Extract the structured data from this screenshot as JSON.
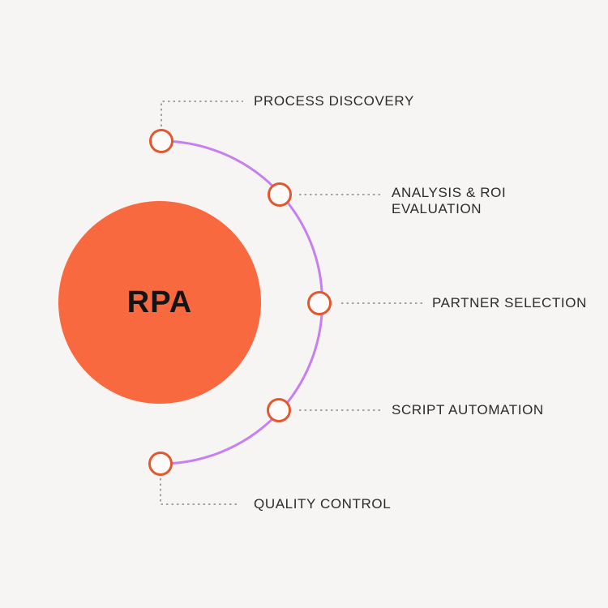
{
  "diagram": {
    "center_label": "RPA",
    "items": [
      {
        "id": "process-discovery",
        "label": "PROCESS DISCOVERY"
      },
      {
        "id": "analysis-roi",
        "label": "ANALYSIS & ROI EVALUATION"
      },
      {
        "id": "partner-selection",
        "label": "PARTNER SELECTION"
      },
      {
        "id": "script-automation",
        "label": "SCRIPT AUTOMATION"
      },
      {
        "id": "quality-control",
        "label": "QUALITY CONTROL"
      }
    ],
    "colors": {
      "background": "#f6f5f3",
      "hub_circle_fill": "#f8693f",
      "node_border": "#e2582e",
      "arc_stroke": "#c77ff0",
      "connector_stroke": "#8a8a8a",
      "label_text": "#2b2b2b",
      "center_text": "#141414"
    }
  }
}
